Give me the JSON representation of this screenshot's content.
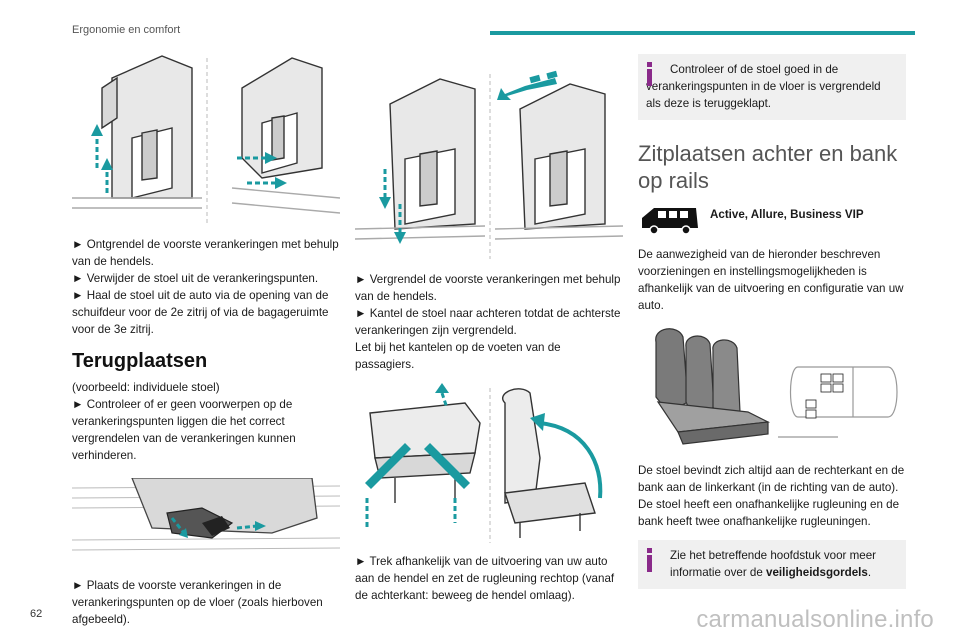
{
  "header": {
    "title": "Ergonomie en comfort"
  },
  "page": {
    "number": "62",
    "watermark": "carmanualsonline.info"
  },
  "col1": {
    "steps": [
      "► Ontgrendel de voorste verankeringen met behulp van de hendels.",
      "► Verwijder de stoel uit de verankeringspunten.",
      "► Haal de stoel uit de auto via de opening van de schuifdeur voor de 2e zitrij of via de bagageruimte voor de 3e zitrij."
    ],
    "section_title": "Terugplaatsen",
    "section_intro": "(voorbeeld: individuele stoel)",
    "section_steps": [
      "► Controleer of er geen voorwerpen op de verankeringspunten liggen die het correct vergrendelen van de verankeringen kunnen verhinderen."
    ],
    "final_steps": [
      "► Plaats de voorste verankeringen in de verankeringspunten op de vloer (zoals hierboven afgebeeld)."
    ]
  },
  "col2": {
    "steps": [
      "► Vergrendel de voorste verankeringen met behulp van de hendels.",
      "► Kantel de stoel naar achteren totdat de achterste verankeringen zijn vergrendeld.",
      "Let bij het kantelen op de voeten van de passagiers."
    ],
    "final_steps": [
      "► Trek afhankelijk van de uitvoering van uw auto aan de hendel en zet de rugleuning rechtop (vanaf de achterkant: beweeg de hendel omlaag)."
    ]
  },
  "col3": {
    "info_top": "Controleer of de stoel goed in de verankeringspunten in de vloer is vergrendeld als deze is teruggeklapt.",
    "title": "Zitplaatsen achter en bank op rails",
    "trim_levels": "Active, Allure, Business VIP",
    "para1": "De aanwezigheid van de hieronder beschreven voorzieningen en instellingsmogelijkheden is afhankelijk van de uitvoering en configuratie van uw auto.",
    "para2": "De stoel bevindt zich altijd aan de rechterkant en de bank aan de linkerkant (in de richting van de auto). De stoel heeft een onafhankelijke rugleuning en de bank heeft twee onafhankelijke rugleuningen.",
    "info_bottom_prefix": "Zie het betreffende hoofdstuk voor meer informatie over de ",
    "info_bottom_bold": "veiligheidsgordels",
    "info_bottom_suffix": "."
  },
  "colors": {
    "accent": "#1a9aa0",
    "info_icon": "#8a2a8a",
    "info_bg": "#f0f0f0"
  },
  "icons": [
    "info-icon",
    "van-icon"
  ]
}
